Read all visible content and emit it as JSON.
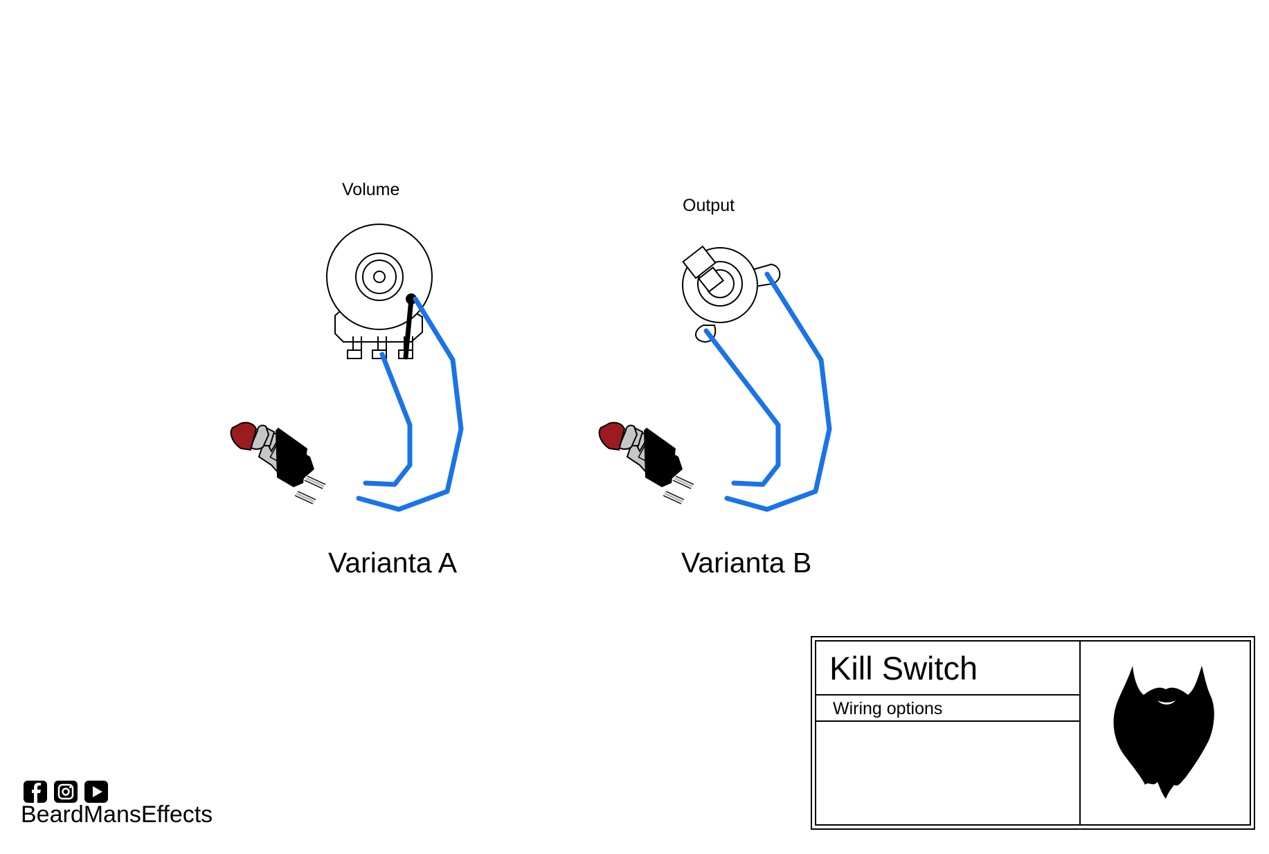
{
  "labels": {
    "volume": "Volume",
    "output": "Output",
    "variant_a": "Varianta A",
    "variant_b": "Varianta B"
  },
  "title_block": {
    "title": "Kill Switch",
    "subtitle": "Wiring options"
  },
  "brand": {
    "name": "BeardMansEffects",
    "social_icons": [
      "facebook-icon",
      "instagram-icon",
      "youtube-icon"
    ]
  },
  "colors": {
    "wire": "#1a73e8",
    "button_cap": "#9b1b1e",
    "button_nut": "#c6c6c6",
    "button_body": "#000000"
  }
}
